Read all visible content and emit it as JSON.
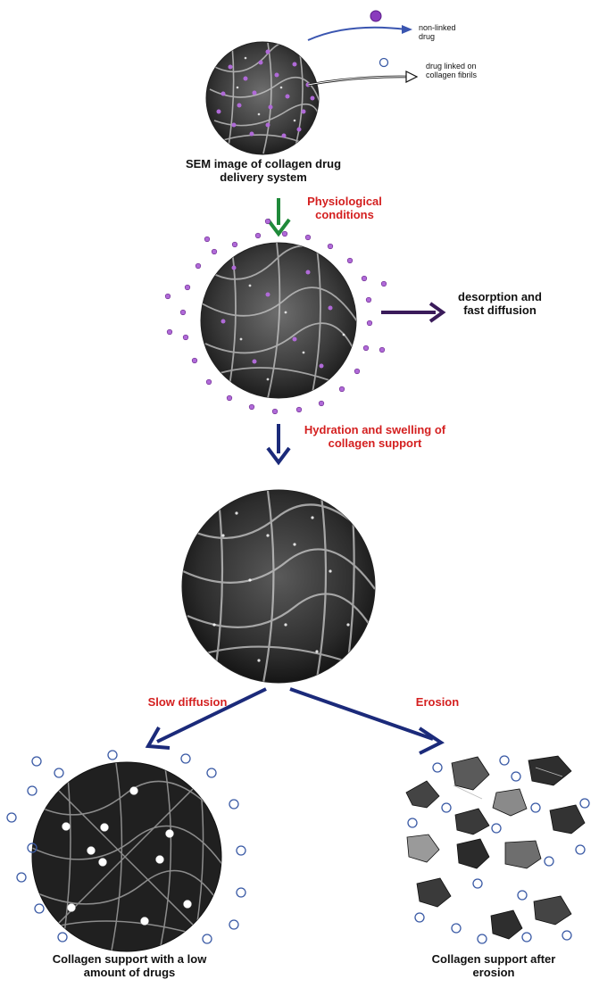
{
  "legend": {
    "non_linked": "non-linked drug",
    "linked": "drug linked on collagen fibrils"
  },
  "captions": {
    "sem": "SEM image of collagen drug delivery system",
    "physiological": "Physiological conditions",
    "desorption": "desorption and fast diffusion",
    "hydration": "Hydration and swelling of collagen support",
    "slow": "Slow diffusion",
    "erosion": "Erosion",
    "low_amount": "Collagen support with a low amount of drugs",
    "after_erosion": "Collagen support after erosion"
  },
  "colors": {
    "drug_purple": "#9b4fc4",
    "arrow_green": "#1f8a3a",
    "arrow_navy": "#1b2a7a",
    "arrow_purple": "#3a1b5a",
    "caption_red": "#d42020"
  }
}
